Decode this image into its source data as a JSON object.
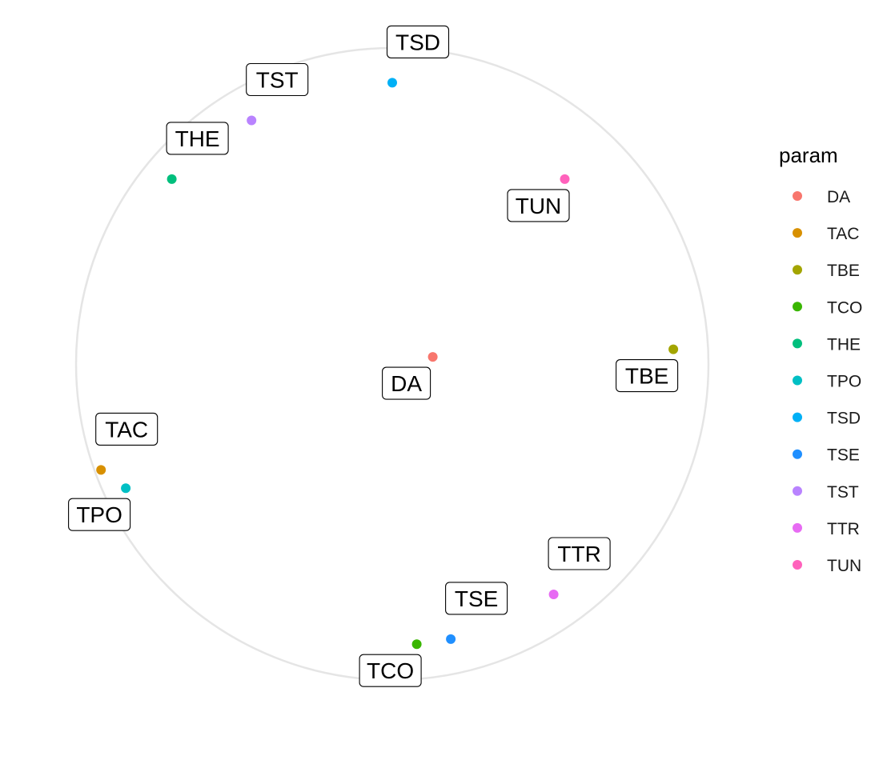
{
  "chart_data": {
    "type": "scatter",
    "coordinate_system": "polar",
    "grid": false,
    "legend": {
      "title": "param",
      "placement": "right",
      "entries": [
        {
          "name": "DA",
          "color": "#F8766D"
        },
        {
          "name": "TAC",
          "color": "#D89000"
        },
        {
          "name": "TBE",
          "color": "#A3A500"
        },
        {
          "name": "TCO",
          "color": "#39B600"
        },
        {
          "name": "THE",
          "color": "#00BF7D"
        },
        {
          "name": "TPO",
          "color": "#00BFC4"
        },
        {
          "name": "TSD",
          "color": "#00B0F6"
        },
        {
          "name": "TSE",
          "color": "#1F8FFF"
        },
        {
          "name": "TST",
          "color": "#B983FF"
        },
        {
          "name": "TTR",
          "color": "#E76BF3"
        },
        {
          "name": "TUN",
          "color": "#FF62BC"
        }
      ]
    },
    "points": [
      {
        "param": "DA",
        "angle_deg": 80,
        "radius": 0.13,
        "label_side": "below"
      },
      {
        "param": "TAC",
        "angle_deg": 250,
        "radius": 0.98,
        "label_side": "above"
      },
      {
        "param": "TBE",
        "angle_deg": 87,
        "radius": 0.89,
        "label_side": "below"
      },
      {
        "param": "TCO",
        "angle_deg": 175,
        "radius": 0.89,
        "label_side": "below"
      },
      {
        "param": "THE",
        "angle_deg": 310,
        "radius": 0.91,
        "label_side": "above"
      },
      {
        "param": "TPO",
        "angle_deg": 245,
        "radius": 0.93,
        "label_side": "below"
      },
      {
        "param": "TSD",
        "angle_deg": 0,
        "radius": 0.89,
        "label_side": "above"
      },
      {
        "param": "TSE",
        "angle_deg": 168,
        "radius": 0.89,
        "label_side": "above"
      },
      {
        "param": "TST",
        "angle_deg": 330,
        "radius": 0.89,
        "label_side": "above"
      },
      {
        "param": "TTR",
        "angle_deg": 145,
        "radius": 0.89,
        "label_side": "above"
      },
      {
        "param": "TUN",
        "angle_deg": 43,
        "radius": 0.8,
        "label_side": "below"
      }
    ]
  }
}
